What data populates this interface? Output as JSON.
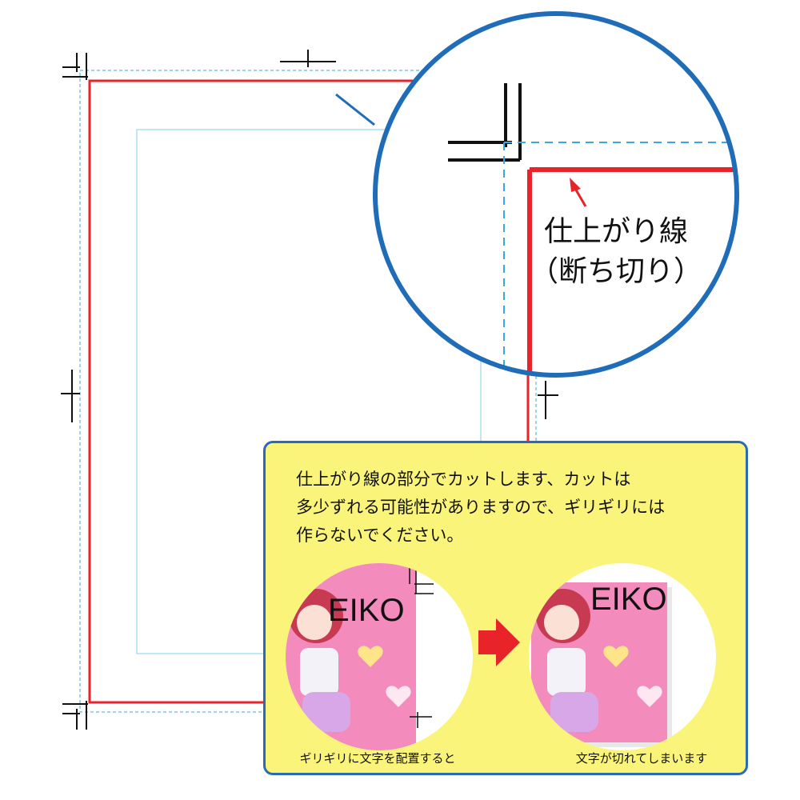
{
  "zoom_callout": {
    "label_line1": "仕上がり線",
    "label_line2": "（断ち切り）"
  },
  "info": {
    "text_lines": [
      "仕上がり線の部分でカットします、カットは",
      "多少ずれる可能性がありますので、ギリギリには",
      "作らないでください。"
    ],
    "example_bad": {
      "logo_text": "EIKO",
      "caption": "ギリギリに文字を配置すると"
    },
    "example_result": {
      "logo_text": "EIKO",
      "caption": "文字が切れてしまいます"
    }
  },
  "colors": {
    "trim_line": "#e8232a",
    "bleed_line": "#3aa8d8",
    "safe_line": "#7fd0e8",
    "crop_marks": "#111111",
    "zoom_circle_border": "#1f6db8",
    "info_box_bg": "#fbf47a",
    "info_box_border": "#2a6ab8",
    "arrow": "#e8232a",
    "illustration_bg": "#f38bbd"
  },
  "icons": [
    "crop-mark-icon",
    "arrow-right-icon",
    "red-pointer-arrow-icon"
  ]
}
